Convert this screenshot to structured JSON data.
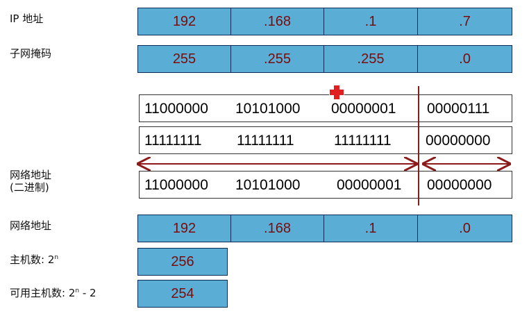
{
  "labels": {
    "ip": "IP 地址",
    "mask": "子网掩码",
    "net_bin_line1": "网络地址",
    "net_bin_line2": "(二进制)",
    "net": "网络地址",
    "hosts_prefix": "主机数: 2",
    "hosts_sup": "n",
    "usable_prefix": "可用主机数: 2",
    "usable_sup": "n",
    "usable_suffix": " - 2"
  },
  "ip": [
    ".168",
    ".1",
    ".7"
  ],
  "ip_first": "192",
  "mask": [
    "255",
    ".255",
    ".255",
    ".0"
  ],
  "ip_binary": [
    "11000000",
    "10101000",
    "00000001",
    "00000111"
  ],
  "mask_binary": [
    "11111111",
    "11111111",
    "11111111",
    "00000000"
  ],
  "net_binary": [
    "11000000",
    "10101000",
    "00000001",
    "00000000"
  ],
  "net": [
    "192",
    ".168",
    ".1",
    ".0"
  ],
  "hosts": "256",
  "usable_hosts": "254",
  "colors": {
    "cell_fill": "#5aaed6",
    "cell_text": "#7a0b0b",
    "divider": "#8b1a1a",
    "plus": "#e02020"
  },
  "icons": [
    "plus-icon"
  ]
}
